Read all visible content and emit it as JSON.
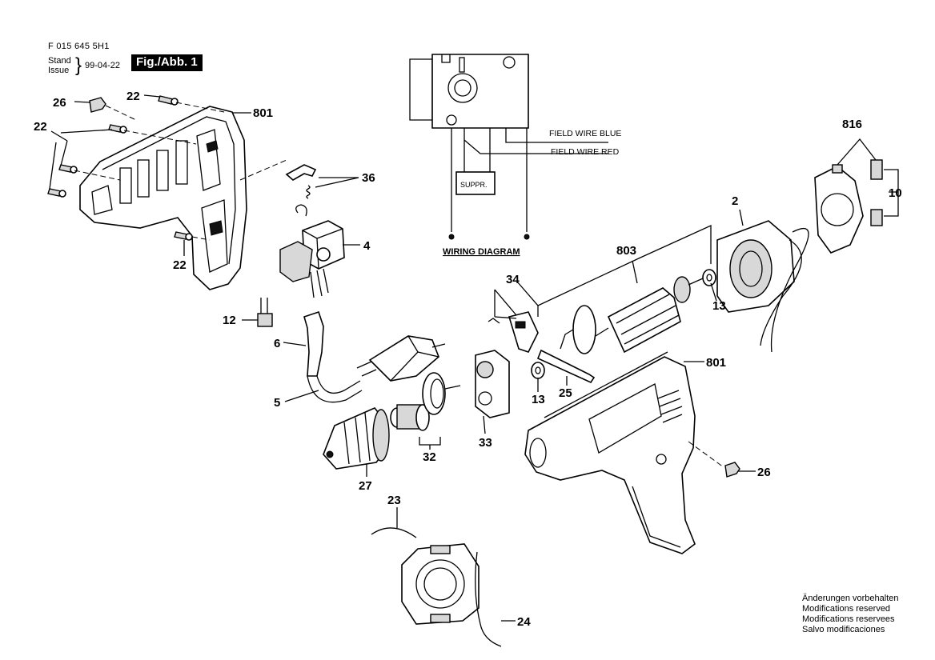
{
  "header": {
    "doc_code": "F 015 645 5H1",
    "stand_label": "Stand",
    "issue_label": "Issue",
    "date": "99-04-22",
    "figure_label": "Fig./Abb. 1"
  },
  "wiring": {
    "title": "WIRING DIAGRAM",
    "field_wire_blue": "FIELD WIRE BLUE",
    "field_wire_red": "FIELD WIRE RED",
    "suppressor": "SUPPR."
  },
  "callouts": {
    "p2": "2",
    "p4": "4",
    "p5": "5",
    "p6": "6",
    "p10": "10",
    "p12": "12",
    "p13a": "13",
    "p13b": "13",
    "p22a": "22",
    "p22b": "22",
    "p22c": "22",
    "p23": "23",
    "p24": "24",
    "p25": "25",
    "p26a": "26",
    "p26b": "26",
    "p27": "27",
    "p32": "32",
    "p33": "33",
    "p34": "34",
    "p36": "36",
    "p801a": "801",
    "p801b": "801",
    "p803": "803",
    "p816": "816"
  },
  "notes": [
    "Änderungen vorbehalten",
    "Modifications reserved",
    "Modifications reservees",
    "Salvo modificaciones"
  ]
}
